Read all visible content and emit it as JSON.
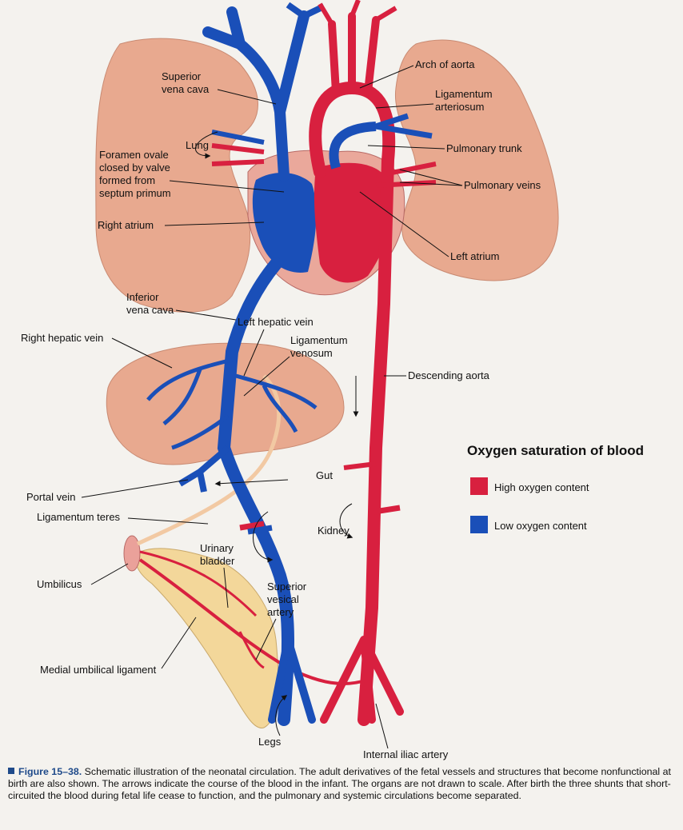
{
  "labels": {
    "superior_vena_cava": [
      "Superior",
      "vena cava"
    ],
    "arch_of_aorta": "Arch of aorta",
    "ligamentum_arteriosum": [
      "Ligamentum",
      "arteriosum"
    ],
    "lung": "Lung",
    "pulmonary_trunk": "Pulmonary trunk",
    "foramen_ovale": [
      "Foramen ovale",
      "closed by valve",
      "formed from",
      "septum primum"
    ],
    "pulmonary_veins": "Pulmonary veins",
    "right_atrium": "Right atrium",
    "left_atrium": "Left atrium",
    "inferior_vena_cava": [
      "Inferior",
      "vena cava"
    ],
    "left_hepatic_vein": "Left hepatic vein",
    "right_hepatic_vein": "Right hepatic vein",
    "ligamentum_venosum": [
      "Ligamentum",
      "venosum"
    ],
    "descending_aorta": "Descending aorta",
    "gut": "Gut",
    "portal_vein": "Portal vein",
    "kidney": "Kidney",
    "ligamentum_teres": "Ligamentum teres",
    "urinary_bladder": [
      "Urinary",
      "bladder"
    ],
    "umbilicus": "Umbilicus",
    "superior_vesical_artery": [
      "Superior",
      "vesical",
      "artery"
    ],
    "medial_umbilical_ligament": "Medial umbilical ligament",
    "legs": "Legs",
    "internal_iliac_artery": "Internal iliac artery"
  },
  "legend": {
    "title": "Oxygen saturation of blood",
    "items": [
      {
        "label": "High oxygen content",
        "color": "#d8203f"
      },
      {
        "label": "Low oxygen content",
        "color": "#1a4fb8"
      }
    ]
  },
  "caption": {
    "figure": "Figure 15–38.",
    "text": "Schematic illustration of the neonatal circulation. The adult derivatives of the fetal vessels and structures that become nonfunctional at birth are also shown. The arrows indicate the course of the blood in the infant. The organs are not drawn to scale. After birth the three shunts that short-circuited the blood during fetal life cease to function, and the pulmonary and systemic circulations become separated."
  },
  "colors": {
    "artery": "#d8203f",
    "vein": "#1a4fb8",
    "organ": "#e8a98f",
    "bladder": "#f3d79a"
  }
}
